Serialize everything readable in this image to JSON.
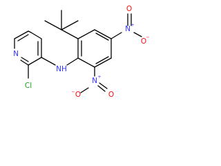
{
  "molecule": {
    "atoms": {
      "ring_nitrogen": {
        "symbol": "N",
        "color": "#3333ff"
      },
      "amine": {
        "symbol": "NH",
        "color": "#3333ff"
      },
      "chlorine": {
        "symbol": "Cl",
        "color": "#1fa01f"
      },
      "nitro_top": {
        "n": "N",
        "charge": "+",
        "o1": "O",
        "o2": "O",
        "o_charge": "−",
        "n_color": "#3333ff",
        "o_color": "#ff0d0d"
      },
      "nitro_bottom": {
        "n": "N",
        "charge": "+",
        "o1": "O",
        "o2": "O",
        "o_charge": "−",
        "n_color": "#3333ff",
        "o_color": "#ff0d0d"
      }
    },
    "bond_color": "#000000"
  }
}
